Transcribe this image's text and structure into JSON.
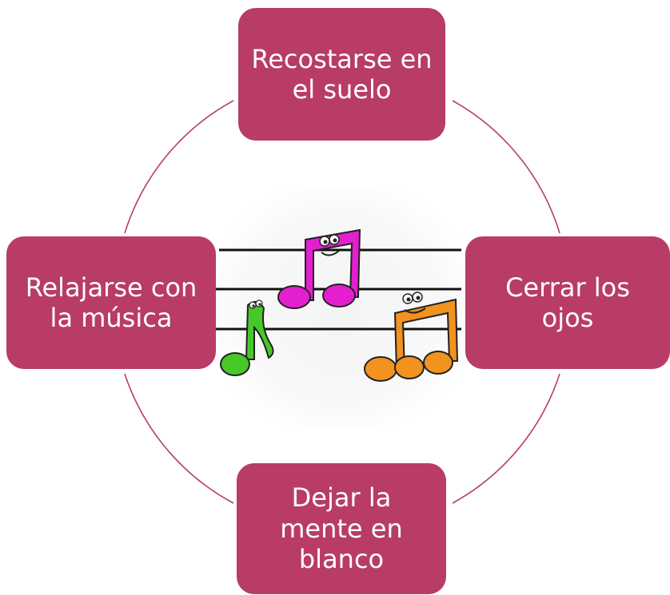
{
  "diagram": {
    "colors": {
      "node_fill": "#b83c67",
      "cycle_line": "#b83c67",
      "node_text": "#ffffff"
    },
    "nodes": {
      "top": "Recostarse en\nel suelo",
      "right": "Cerrar los\nojos",
      "bottom": "Dejar la\nmente en\nblanco",
      "left": "Relajarse con\nla música"
    },
    "center_image": {
      "description_icon": "music-notes-illustration-icon",
      "note_colors": [
        "#e41fcf",
        "#f2921f",
        "#46c928"
      ]
    }
  }
}
